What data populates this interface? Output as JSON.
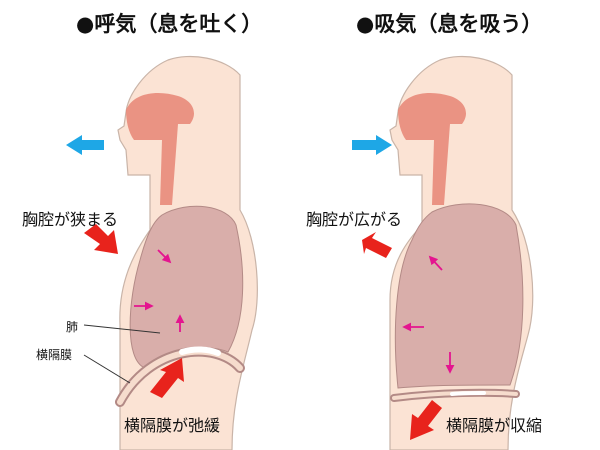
{
  "exhale": {
    "title": "●呼気（息を吐く）",
    "chest_label": "胸腔が狭まる",
    "lung_label": "肺",
    "diaphragm_label": "横隔膜",
    "diaphragm_state": "横隔膜が弛緩"
  },
  "inhale": {
    "title": "●吸気（息を吸う）",
    "chest_label": "胸腔が広がる",
    "diaphragm_state": "横隔膜が収縮"
  },
  "colors": {
    "skin": "#fbe3d4",
    "skin_outline": "#c9b4a8",
    "airway": "#e8897a",
    "lung": "#d9aeaa",
    "lung_outline": "#b38a86",
    "air_arrow": "#1ea7e6",
    "force_arrow": "#e8231c",
    "motion_arrow": "#e4158f"
  }
}
